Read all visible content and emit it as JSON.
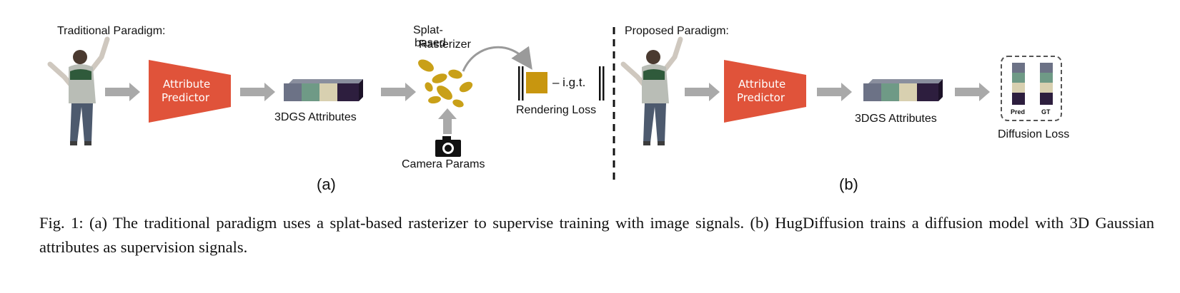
{
  "panel_a": {
    "heading": "Traditional Paradigm:",
    "predictor_label_line1": "Attribute",
    "predictor_label_line2": "Predictor",
    "attributes_label": "3DGS Attributes",
    "rasterizer_line1": "Splat-",
    "rasterizer_line2": "based",
    "rasterizer_line3": "Rasterizer",
    "camera_label": "Camera Params",
    "loss_formula": "– i.g.t.",
    "loss_label": "Rendering Loss",
    "sub_label": "(a)"
  },
  "panel_b": {
    "heading": "Proposed Paradigm:",
    "predictor_label_line1": "Attribute",
    "predictor_label_line2": "Predictor",
    "attributes_label": "3DGS Attributes",
    "pred_label": "Pred",
    "gt_label": "GT",
    "loss_label": "Diffusion Loss",
    "sub_label": "(b)"
  },
  "caption": {
    "text": "Fig. 1: (a) The traditional paradigm uses a splat-based rasterizer to supervise training with image signals. (b) HugDiffusion trains a diffusion model with 3D Gaussian attributes as supervision signals."
  },
  "colors": {
    "predictor": "#e0533a",
    "arrow": "#a9a9a9",
    "attr_slate": "#6c7286",
    "attr_green": "#6f9a86",
    "attr_beige": "#d8d0b0",
    "attr_dark": "#2d1e3e",
    "splat_gold": "#c9a018",
    "loss_square": "#c8960f"
  }
}
